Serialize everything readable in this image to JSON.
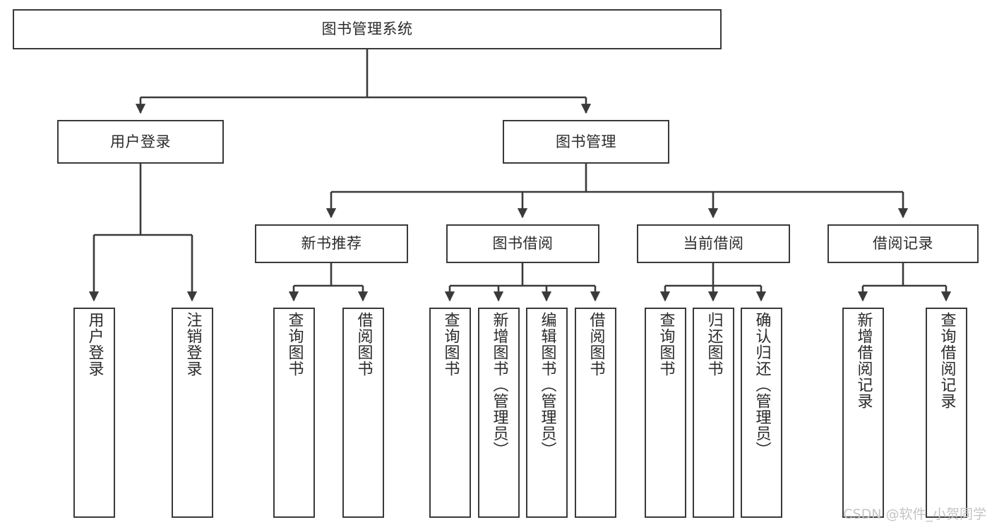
{
  "diagram": {
    "title": "图书管理系统",
    "watermark": "CSDN @软件_小贺同学",
    "line_color": "#3a3a3a",
    "text_color": "#2b2b2b",
    "background": "#ffffff",
    "watermark_color": "#c4c4c4",
    "root": {
      "label": "图书管理系统"
    },
    "level2": [
      {
        "label": "用户登录"
      },
      {
        "label": "图书管理"
      }
    ],
    "level3": [
      {
        "label": "新书推荐"
      },
      {
        "label": "图书借阅"
      },
      {
        "label": "当前借阅"
      },
      {
        "label": "借阅记录"
      }
    ],
    "leaves_user_login": [
      {
        "label": "用户登录"
      },
      {
        "label": "注销登录"
      }
    ],
    "leaves_new_book": [
      {
        "label": "查询图书"
      },
      {
        "label": "借阅图书"
      }
    ],
    "leaves_borrow": [
      {
        "label": "查询图书"
      },
      {
        "label": "新增图书（管理员）"
      },
      {
        "label": "编辑图书（管理员）"
      },
      {
        "label": "借阅图书"
      }
    ],
    "leaves_current": [
      {
        "label": "查询图书"
      },
      {
        "label": "归还图书"
      },
      {
        "label": "确认归还（管理员）"
      }
    ],
    "leaves_records": [
      {
        "label": "新增借阅记录"
      },
      {
        "label": "查询借阅记录"
      }
    ]
  }
}
